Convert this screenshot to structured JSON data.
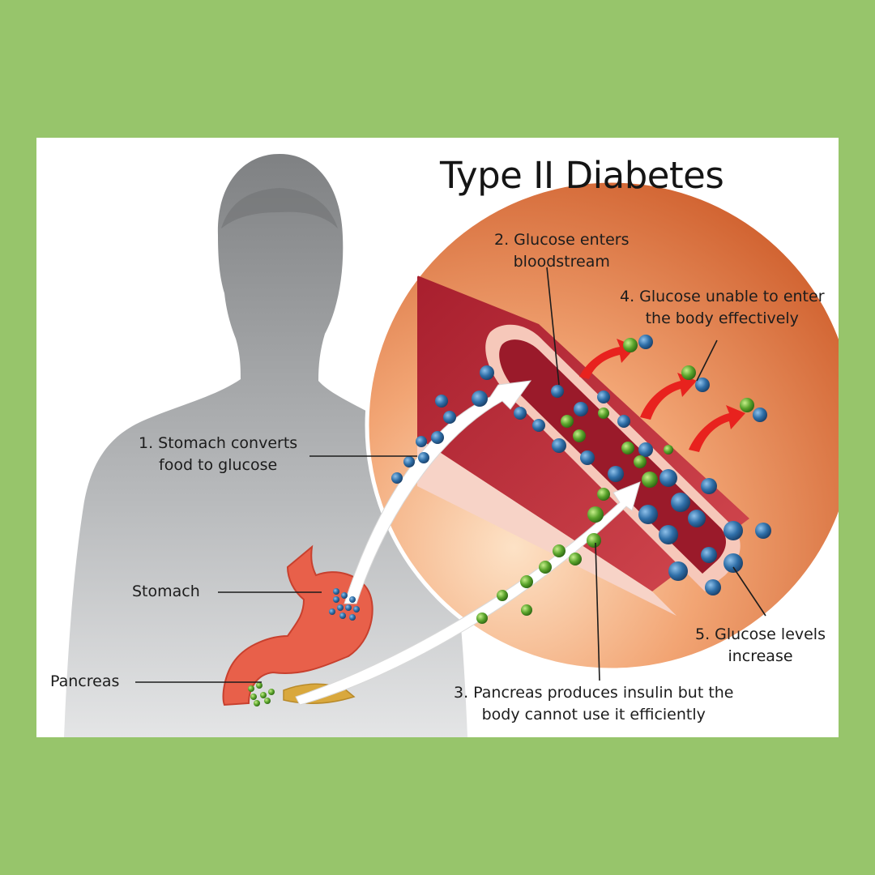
{
  "title": "Type II Diabetes",
  "labels": {
    "step1": [
      "1. Stomach converts",
      "food to glucose"
    ],
    "step2": [
      "2. Glucose enters",
      "bloodstream"
    ],
    "step3": [
      "3. Pancreas produces insulin but the",
      "body cannot use it efficiently"
    ],
    "step4": [
      "4. Glucose unable to enter",
      "the body effectively"
    ],
    "step5": [
      "5. Glucose levels",
      "increase"
    ],
    "stomach": "Stomach",
    "pancreas": "Pancreas"
  },
  "colors": {
    "page_background": "#97c56b",
    "panel_background": "#ffffff",
    "silhouette": "#8a8c8e",
    "glucose_molecule": "#2f6fa8",
    "insulin_molecule": "#5aa42c",
    "blood_vessel": "#b8303c",
    "stomach": "#e8604a",
    "arrow": "#ffffff",
    "escape_arrow": "#e8221e"
  }
}
